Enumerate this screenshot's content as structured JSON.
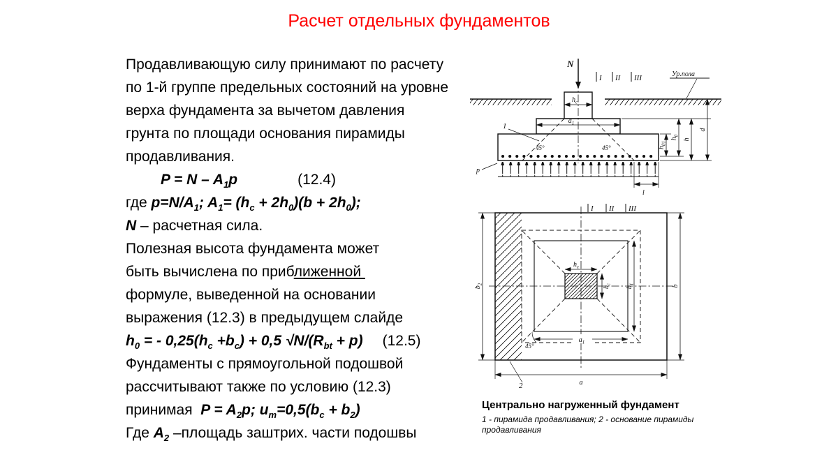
{
  "slide": {
    "title": "Расчет отдельных фундаментов"
  },
  "content": {
    "lines": [
      {
        "segs": [
          {
            "t": "Продавливающую силу принимают по расчету",
            "s": "r"
          }
        ]
      },
      {
        "segs": [
          {
            "t": "по 1-й группе предельных состояний на уровне",
            "s": "r"
          }
        ]
      },
      {
        "segs": [
          {
            "t": "верха фундамента за вычетом давления",
            "s": "r"
          }
        ]
      },
      {
        "segs": [
          {
            "t": "грунта по площади основания пирамиды",
            "s": "r"
          }
        ]
      },
      {
        "segs": [
          {
            "t": "продавливания.",
            "s": "r"
          }
        ]
      },
      {
        "indent": 50,
        "segs": [
          {
            "t": "P = N – A",
            "s": "b"
          },
          {
            "t": "1",
            "s": "bs"
          },
          {
            "t": "p",
            "s": "b"
          },
          {
            "t": "(12.4)",
            "s": "r",
            "ml": 86
          }
        ]
      },
      {
        "segs": [
          {
            "t": "где ",
            "s": "r"
          },
          {
            "t": "p=N/A",
            "s": "b"
          },
          {
            "t": "1",
            "s": "bs"
          },
          {
            "t": "; A",
            "s": "b"
          },
          {
            "t": "1",
            "s": "bs"
          },
          {
            "t": "= (h",
            "s": "b"
          },
          {
            "t": "c",
            "s": "bs"
          },
          {
            "t": " + 2h",
            "s": "b"
          },
          {
            "t": "0",
            "s": "bs"
          },
          {
            "t": ")(b + 2h",
            "s": "b"
          },
          {
            "t": "0",
            "s": "bs"
          },
          {
            "t": ");",
            "s": "b"
          }
        ]
      },
      {
        "segs": [
          {
            "t": "N",
            "s": "b"
          },
          {
            "t": " – расчетная сила.",
            "s": "r"
          }
        ]
      },
      {
        "segs": [
          {
            "t": "Полезная высота фундамента может",
            "s": "r"
          }
        ]
      },
      {
        "segs": [
          {
            "t": "быть вычислена по приб",
            "s": "r"
          },
          {
            "t": "лиженной ",
            "s": "ru"
          }
        ]
      },
      {
        "segs": [
          {
            "t": "формуле, выведенной на основании",
            "s": "r"
          }
        ]
      },
      {
        "segs": [
          {
            "t": "выражения (12.3) в предыдущем слайде",
            "s": "r"
          }
        ]
      },
      {
        "segs": [
          {
            "t": "h",
            "s": "b"
          },
          {
            "t": "0",
            "s": "bs"
          },
          {
            "t": " = - 0,25(h",
            "s": "b"
          },
          {
            "t": "c",
            "s": "bs"
          },
          {
            "t": " +b",
            "s": "b"
          },
          {
            "t": "c",
            "s": "bs"
          },
          {
            "t": ") + 0,5 √N/(R",
            "s": "b"
          },
          {
            "t": "bt",
            "s": "bs"
          },
          {
            "t": " + p)",
            "s": "b"
          },
          {
            "t": "(12.5)",
            "s": "r",
            "ml": 28
          }
        ]
      },
      {
        "segs": [
          {
            "t": "Фундаменты с прямоугольной подошвой",
            "s": "r"
          }
        ]
      },
      {
        "segs": [
          {
            "t": "рассчитывают также по условию (12.3)",
            "s": "r"
          }
        ]
      },
      {
        "segs": [
          {
            "t": "принимая  ",
            "s": "r"
          },
          {
            "t": "P = A",
            "s": "b"
          },
          {
            "t": "2",
            "s": "bs"
          },
          {
            "t": "p; u",
            "s": "b"
          },
          {
            "t": "m",
            "s": "bs"
          },
          {
            "t": "=0,5(b",
            "s": "b"
          },
          {
            "t": "c",
            "s": "bs"
          },
          {
            "t": " + b",
            "s": "b"
          },
          {
            "t": "2",
            "s": "bs"
          },
          {
            "t": ")",
            "s": "b"
          }
        ]
      },
      {
        "segs": [
          {
            "t": "Где ",
            "s": "r"
          },
          {
            "t": "A",
            "s": "b"
          },
          {
            "t": "2",
            "s": "bs"
          },
          {
            "t": " –площадь заштрих. части подошвы",
            "s": "r"
          }
        ]
      }
    ]
  },
  "section_view": {
    "force": "N",
    "roman1": "I",
    "roman2": "II",
    "roman3": "III",
    "floor_label": "Ур.пола",
    "hc_main": "h",
    "hc_sub": "c",
    "a1_main": "a",
    "a1_sub": "1",
    "angle_left": "45°",
    "angle_right": "45°",
    "pointer_1": "1",
    "pressure": "p",
    "edge_l": "l",
    "h01_main": "h",
    "h01_sub": "01",
    "h0_main": "h",
    "h0_sub": "0",
    "h_label": "h",
    "d_label": "d"
  },
  "plan_view": {
    "roman1": "I",
    "roman2": "II",
    "roman3": "III",
    "b2_main": "b",
    "b2_sub": "2",
    "b1_main": "b",
    "b1_sub": "1",
    "b_label": "b",
    "hc_main": "h",
    "hc_sub": "c",
    "bc_main": "b",
    "bc_sub": "c",
    "a1_main": "a",
    "a1_sub": "1",
    "a_label": "a",
    "angle": "45°",
    "pointer_2": "2"
  },
  "caption": {
    "title": "Центрально нагруженный фундамент",
    "note_line1": "1 - пирамида продавливания; 2 - основание пирамиды",
    "note_line2": "продавливания"
  }
}
